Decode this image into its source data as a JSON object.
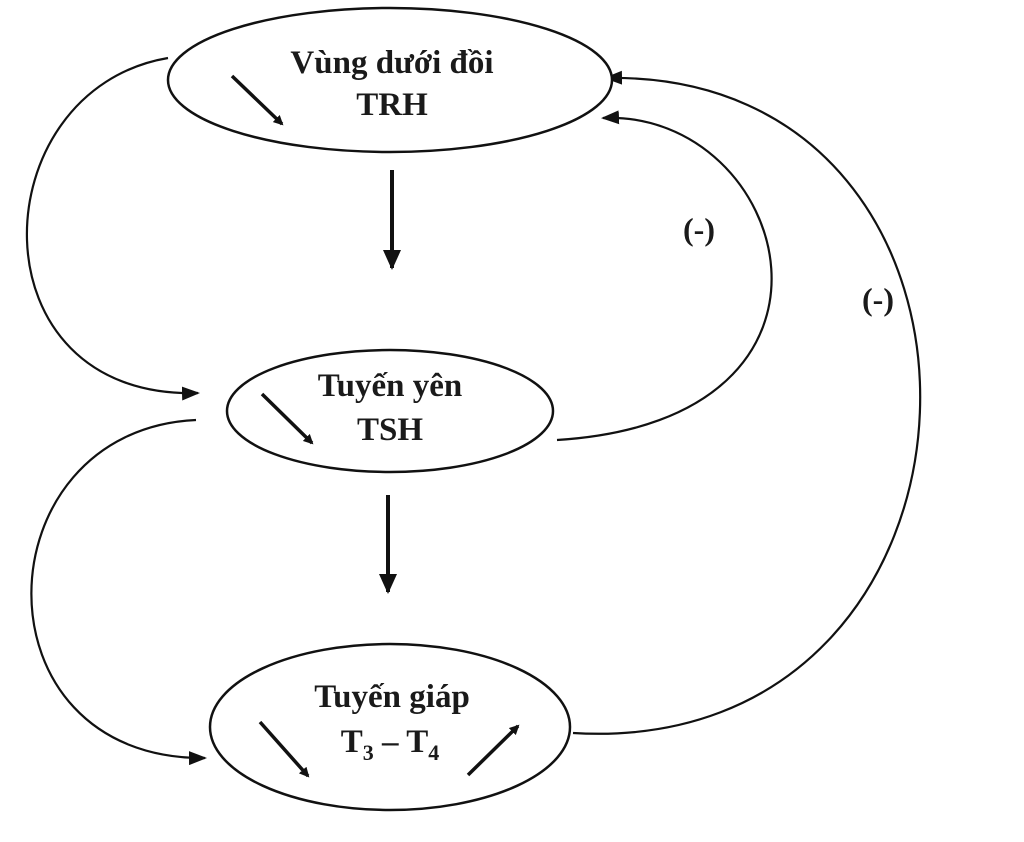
{
  "nodes": {
    "hypothalamus": {
      "name": "Vùng dưới đồi",
      "hormone": "TRH"
    },
    "pituitary": {
      "name": "Tuyến yên",
      "hormone": "TSH"
    },
    "thyroid": {
      "name": "Tuyến giáp",
      "hormone_a": "T",
      "hormone_a_sub": "3",
      "dash": " – ",
      "hormone_b": "T",
      "hormone_b_sub": "4"
    }
  },
  "feedback": {
    "inner_label": "(-)",
    "outer_label": "(-)"
  }
}
